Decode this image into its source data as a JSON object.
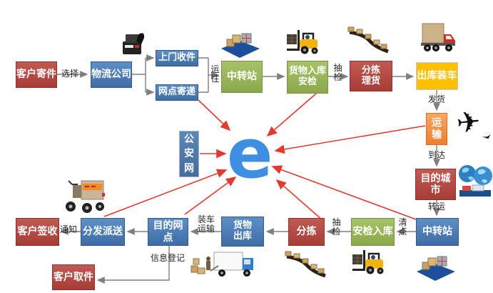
{
  "boxes": [
    {
      "id": "customer-send",
      "label": "客户寄件"
    },
    {
      "id": "logistics-company",
      "label": "物流公司"
    },
    {
      "id": "door-pickup",
      "label": "上门收件"
    },
    {
      "id": "outlet-send",
      "label": "网点寄递"
    },
    {
      "id": "transfer-station-1",
      "label": "中转站"
    },
    {
      "id": "inbound-security-check",
      "label": "货物入库\n安检"
    },
    {
      "id": "sorting-tally",
      "label": "分拣\n理货"
    },
    {
      "id": "outbound-loading",
      "label": "出库装车"
    },
    {
      "id": "transport",
      "label": "运\n输"
    },
    {
      "id": "destination-city",
      "label": "目的城市"
    },
    {
      "id": "transfer-station-2",
      "label": "中转站"
    },
    {
      "id": "security-check-inbound",
      "label": "安检入库"
    },
    {
      "id": "sorting",
      "label": "分拣"
    },
    {
      "id": "goods-outbound",
      "label": "货物\n出库"
    },
    {
      "id": "destination-outlet",
      "label": "目的网点"
    },
    {
      "id": "distribution-delivery",
      "label": "分发派送"
    },
    {
      "id": "customer-sign",
      "label": "客户签收"
    },
    {
      "id": "customer-pickup",
      "label": "客户取件"
    },
    {
      "id": "public-security-network",
      "label": "公\n安\n网"
    }
  ],
  "edge_labels": [
    {
      "id": "choose",
      "text": "选择"
    },
    {
      "id": "ship-to",
      "text": "运\n往"
    },
    {
      "id": "sample-check-1",
      "text": "抽\n检"
    },
    {
      "id": "dispatch",
      "text": "发货"
    },
    {
      "id": "arrive",
      "text": "到达"
    },
    {
      "id": "transfer",
      "text": "转运"
    },
    {
      "id": "count",
      "text": "清\n点"
    },
    {
      "id": "sample-check-2",
      "text": "抽\n检"
    },
    {
      "id": "load-transport",
      "text": "装车\n运输"
    },
    {
      "id": "notify",
      "text": "通知"
    },
    {
      "id": "info-register",
      "text": "信息登记"
    }
  ],
  "center": {
    "edge_logo_glyph": "e"
  },
  "icons": {
    "fax_machine": "printer-with-hand",
    "pallet_shipment": "blue-pallet-with-boxes",
    "forklift": "yellow-forklift",
    "conveyor": "conveyor-belt-with-parcels",
    "box_truck": "red-truck-with-big-box",
    "airplane": "✈",
    "global_logistics": "two-globes-with-truck",
    "delivery_tricycle": "cargo-tricycle",
    "loading_truck": "van-loading-parcels"
  },
  "colors": {
    "red_box": "#b0443c",
    "blue_box": "#4a7ebb",
    "green_box": "#9bbb59",
    "yellow_box": "#ffc000",
    "orange_box": "#f79646",
    "steel_box": "#4f7aab",
    "edge_blue": "#3e8ee2",
    "arrow_red": "#e23a2e",
    "connector_gray": "#7f7f7f"
  }
}
